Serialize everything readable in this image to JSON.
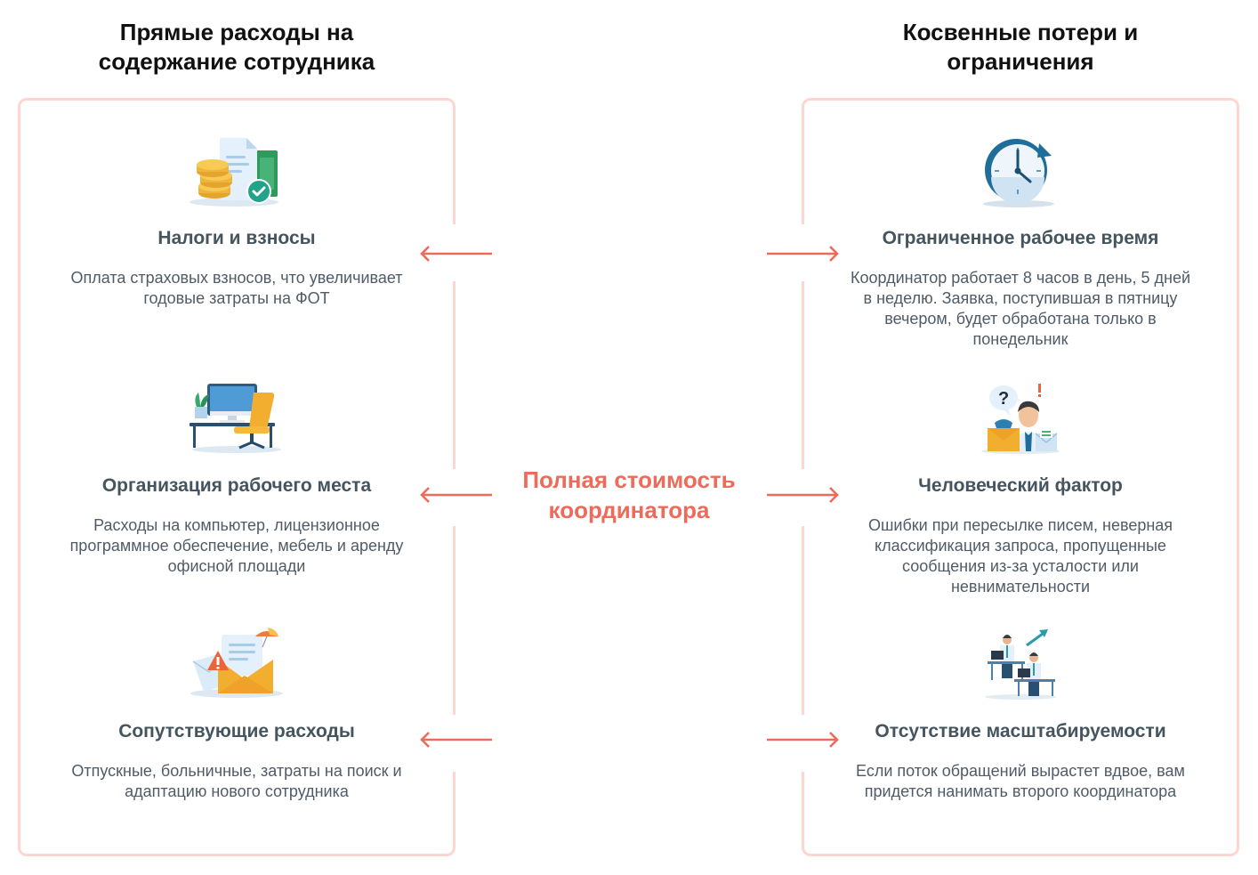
{
  "left_column": {
    "header_line1": "Прямые расходы на",
    "header_line2": "содержание сотрудника",
    "items": [
      {
        "icon": "coins-document-check-icon",
        "title": "Налоги и взносы",
        "description": "Оплата страховых взносов, что увеличивает годовые затраты на ФОТ"
      },
      {
        "icon": "workplace-desk-computer-chair-icon",
        "title": "Организация рабочего места",
        "description": "Расходы на компьютер, лицензионное программное обеспечение, мебель и аренду офисной площади"
      },
      {
        "icon": "envelope-warning-umbrella-icon",
        "title": "Сопутствующие расходы",
        "description": "Отпускные, больничные, затраты на поиск и адаптацию нового сотрудника"
      }
    ]
  },
  "right_column": {
    "header_line1": "Косвенные потери и",
    "header_line2": "ограничения",
    "items": [
      {
        "icon": "clock-refresh-icon",
        "title": "Ограниченное рабочее время",
        "description": "Координатор работает 8 часов в день, 5 дней в неделю. Заявка, поступившая в пятницу вечером, будет обработана только в понедельник"
      },
      {
        "icon": "confused-person-mail-icon",
        "title": "Человеческий фактор",
        "description": "Ошибки при пересылке писем, неверная классификация запроса, пропущенные сообщения из-за усталости или невнимательности"
      },
      {
        "icon": "people-working-growth-icon",
        "title": "Отсутствие масштабируемости",
        "description": "Если поток обращений вырастет вдвое, вам придется нанимать второго координатора"
      }
    ]
  },
  "center": {
    "line1": "Полная стоимость",
    "line2": "координатора"
  },
  "colors": {
    "accent": "#EE6A5A",
    "box_border": "#FFD5D0",
    "title_text": "#45555F",
    "body_text": "#4F5B66",
    "header_text": "#111111"
  }
}
